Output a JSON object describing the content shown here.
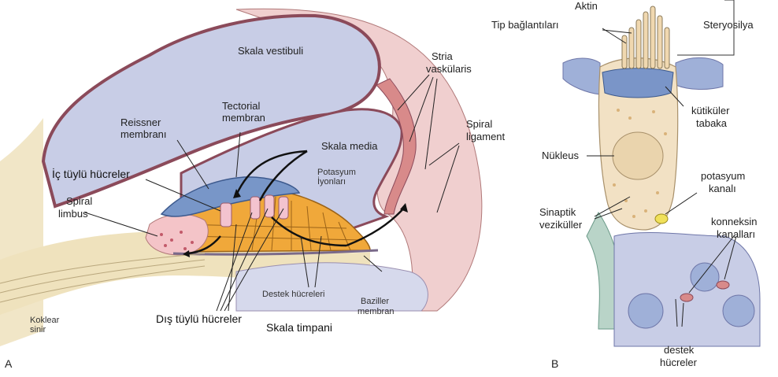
{
  "panel_a": {
    "letter": "A",
    "labels": {
      "skala_vestibuli": "Skala vestibuli",
      "stria": [
        "Stria",
        "vaskülaris"
      ],
      "tectorial": [
        "Tectorial",
        "membran"
      ],
      "reissner": [
        "Reissner",
        "membranı"
      ],
      "skala_media": "Skala media",
      "spiral_ligament": [
        "Spiral",
        "ligament"
      ],
      "ic_tuylu": "İç tüylü hücreler",
      "potasyum": [
        "Potasyum",
        "İyonları"
      ],
      "spiral_limbus": [
        "Spiral",
        "limbus"
      ],
      "destek": "Destek hücreleri",
      "baziller": [
        "Baziller",
        "membran"
      ],
      "koklear": [
        "Koklear",
        "sinir"
      ],
      "dis_tuylu": "Dış tüylü hücreler",
      "skala_timpani": "Skala timpani"
    }
  },
  "panel_b": {
    "letter": "B",
    "labels": {
      "aktin": "Aktin",
      "tip": "Tip bağlantıları",
      "steryosilya": "Steryosilya",
      "kutikuler": [
        "kütiküler",
        "tabaka"
      ],
      "nukleus": "Nükleus",
      "potasyum_kanali": [
        "potasyum",
        "kanalı"
      ],
      "sinaptik": [
        "Sinaptik",
        "veziküller"
      ],
      "konneksin": [
        "konneksin",
        "kanalları"
      ],
      "destek": [
        "destek",
        "hücreler"
      ]
    }
  }
}
